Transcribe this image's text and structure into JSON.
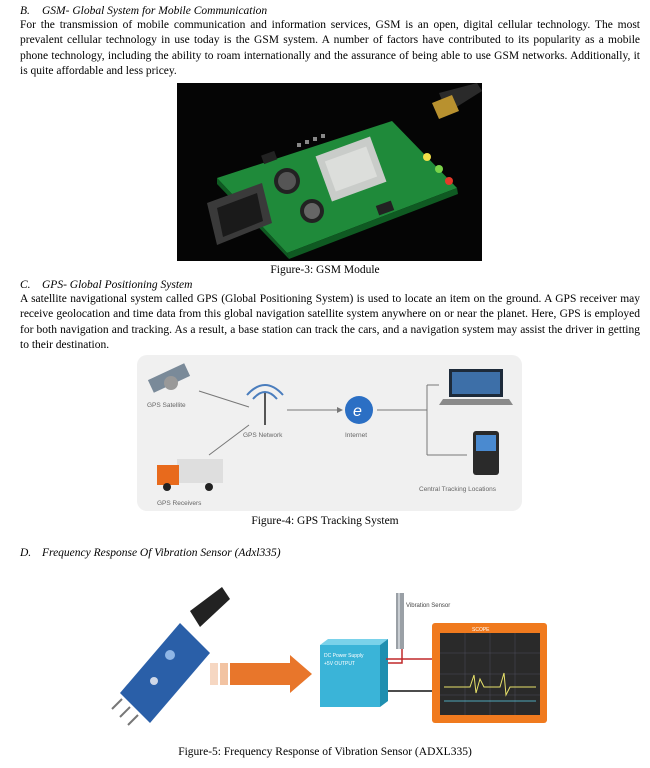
{
  "sections": [
    {
      "letter": "B.",
      "title": "GSM- Global System for Mobile Communication",
      "body": "For the transmission of mobile communication and information services, GSM is an open, digital cellular technology. The most prevalent cellular technology in use today is the GSM system. A number of factors have contributed to its popularity as a mobile phone technology, including the ability to roam internationally and the assurance of being able to use GSM networks. Additionally, it is quite affordable and less pricey.",
      "caption": "Figure-3: GSM Module"
    },
    {
      "letter": "C.",
      "title": "GPS- Global Positioning System",
      "body": "A satellite navigational system called GPS (Global Positioning System) is used to locate an item on the ground. A GPS receiver may receive geolocation and time data from this global navigation satellite system anywhere on or near the planet. Here, GPS is employed for both navigation and tracking. As a result, a base station can track the cars, and a navigation system may assist the driver in getting to their destination.",
      "caption": "Figure-4: GPS Tracking System",
      "diagram_labels": {
        "satellite": "GPS Satellite",
        "network": "GPS Network",
        "internet": "Internet",
        "receivers": "GPS Receivers",
        "tracking": "Central Tracking Locations"
      }
    },
    {
      "letter": "D.",
      "title": "Frequency Response Of Vibration Sensor (Adxl335)",
      "caption": "Figure-5: Frequency Response of Vibration Sensor (ADXL335)",
      "diagram_labels": {
        "sensor": "Vibration Sensor",
        "power_line1": "DC Power Supply",
        "power_line2": "+5V OUTPUT",
        "scope": "SCOPE"
      }
    }
  ],
  "colors": {
    "gsm_board": "#1f8a3a",
    "arrow": "#e8762b",
    "sensor_board": "#2a5fa8",
    "power_box": "#3ab4d8",
    "scope_frame": "#f07a1e"
  }
}
